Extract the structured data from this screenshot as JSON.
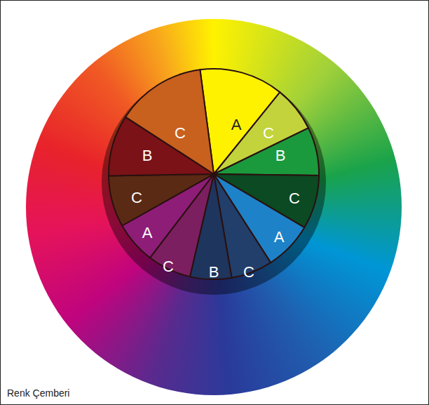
{
  "diagram": {
    "caption": "Renk Çemberi",
    "nodes": [
      {
        "text": [
          "A"
        ]
      },
      {
        "text": [
          "C"
        ]
      },
      {
        "text": [
          "B"
        ]
      },
      {
        "text": [
          "C"
        ]
      },
      {
        "text": [
          "A"
        ]
      },
      {
        "text": [
          "C"
        ]
      },
      {
        "text": [
          "B"
        ]
      },
      {
        "text": [
          "C"
        ]
      },
      {
        "text": [
          "A"
        ]
      },
      {
        "text": [
          "C"
        ]
      },
      {
        "text": [
          "B"
        ]
      },
      {
        "text": [
          "C"
        ]
      }
    ]
  }
}
